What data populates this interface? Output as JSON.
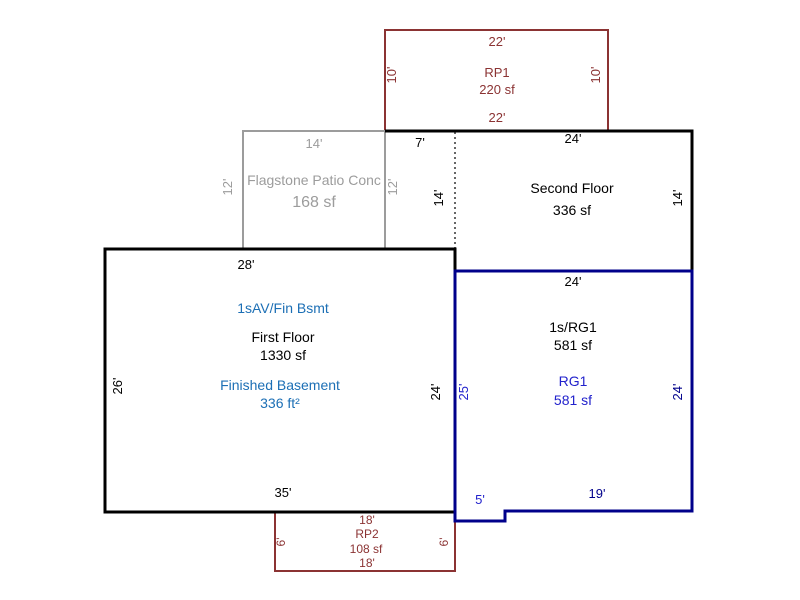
{
  "palette": {
    "background": "#FFFFFF",
    "black": "#000000",
    "porch_red": "#8B3333",
    "patio_gray": "#9C9C9C",
    "garage_navy": "#00008B",
    "garage_blue": "#2222CC",
    "basement_blue": "#1C6FB5"
  },
  "rp1": {
    "top_dim": "22'",
    "label": "RP1",
    "area": "220 sf",
    "left_dim": "10'",
    "right_dim": "10'",
    "bottom_dim": "22'"
  },
  "patio": {
    "top_dim": "14'",
    "label": "Flagstone Patio Conc",
    "area": "168 sf",
    "left_dim": "12'",
    "right_dim": "12'"
  },
  "second_floor": {
    "offset_dim": "7'",
    "top_dim": "24'",
    "label": "Second Floor",
    "area": "336 sf",
    "right_dim": "14'",
    "interior_dim": "14'"
  },
  "first_floor": {
    "top_dim": "28'",
    "style_label": "1sAV/Fin Bsmt",
    "label": "First Floor",
    "area": "1330 sf",
    "basement_label": "Finished Basement",
    "basement_area": "336 ft²",
    "left_dim": "26'",
    "right_dim": "24'",
    "bottom_dim": "35'"
  },
  "garage": {
    "top_dim": "24'",
    "label": "1s/RG1",
    "area": "581 sf",
    "sub_label": "RG1",
    "sub_area": "581 sf",
    "left_dim": "25'",
    "right_dim": "24'",
    "bottom_dim": "19'",
    "bottom_offset_dim": "5'"
  },
  "rp2": {
    "top_dim": "18'",
    "label": "RP2",
    "area": "108 sf",
    "bottom_dim": "18'",
    "left_dim": "6'",
    "right_dim": "6'"
  }
}
